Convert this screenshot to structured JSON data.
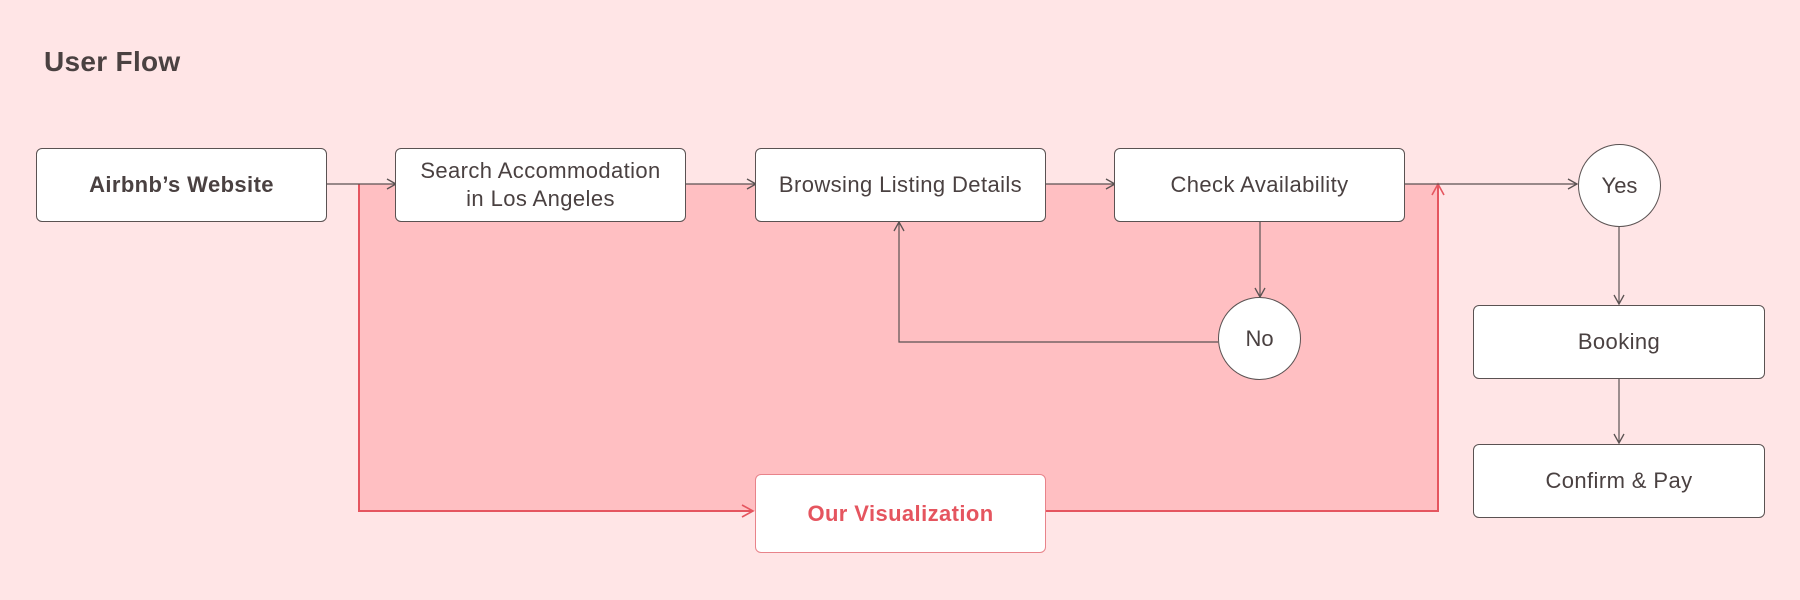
{
  "title": "User Flow",
  "nodes": {
    "airbnb_website": "Airbnb’s Website",
    "search": "Search Accommodation\nin Los Angeles",
    "browsing": "Browsing Listing Details",
    "check": "Check Availability",
    "yes": "Yes",
    "no": "No",
    "booking": "Booking",
    "confirm": "Confirm & Pay",
    "visualization": "Our Visualization"
  },
  "colors": {
    "background": "#ffe5e6",
    "highlight_fill": "#ffbfc2",
    "highlight_line": "#e5555f",
    "line": "#5a5252"
  }
}
